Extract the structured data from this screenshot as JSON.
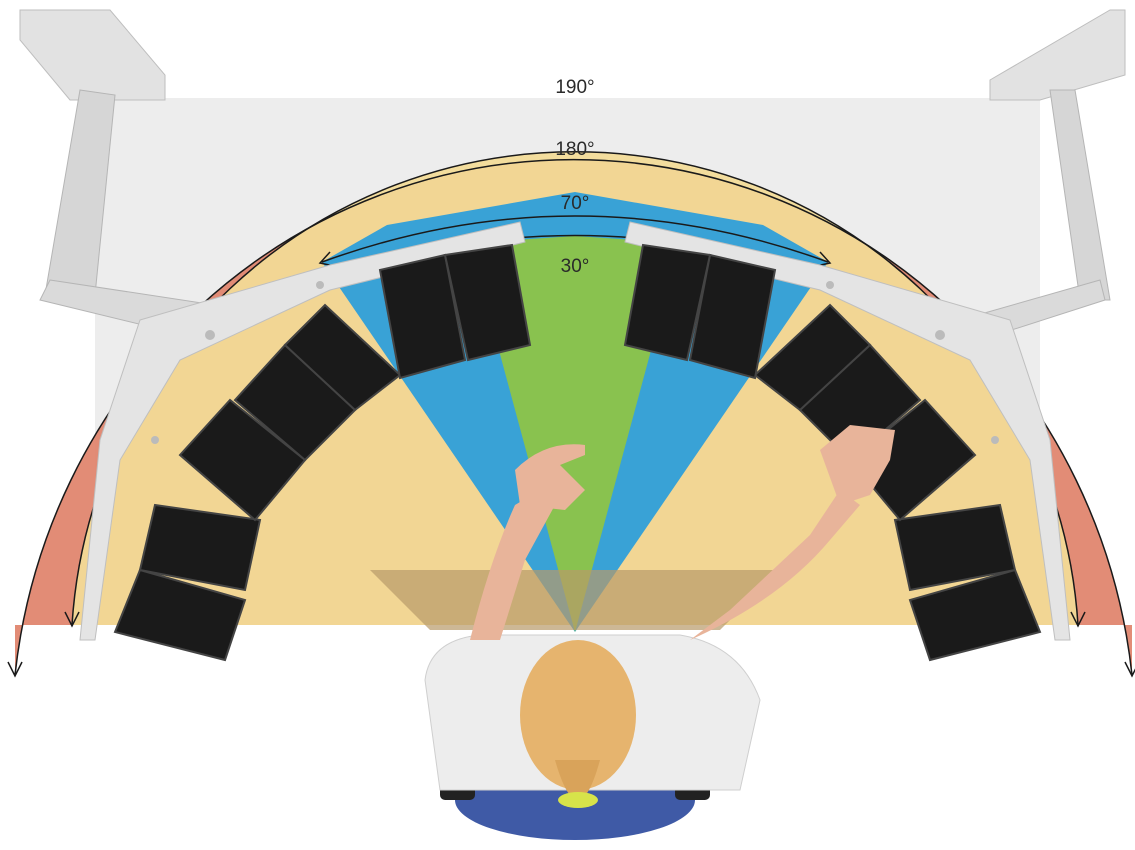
{
  "zones": [
    {
      "id": "zone-190",
      "label": "190°",
      "color": "#E0826A"
    },
    {
      "id": "zone-180",
      "label": "180°",
      "color": "#F3DB97"
    },
    {
      "id": "zone-70",
      "label": "70°",
      "color": "#2E9FD9"
    },
    {
      "id": "zone-30",
      "label": "30°",
      "color": "#8BC34A"
    }
  ],
  "colors": {
    "desk": "#EDEDED",
    "arm": "#DCDCDC",
    "monitor": "#1A1A1A",
    "skin": "#E8B49A",
    "hair": "#E6B46E",
    "shirt": "#EDEDED",
    "chair": "#3F5AA6"
  }
}
